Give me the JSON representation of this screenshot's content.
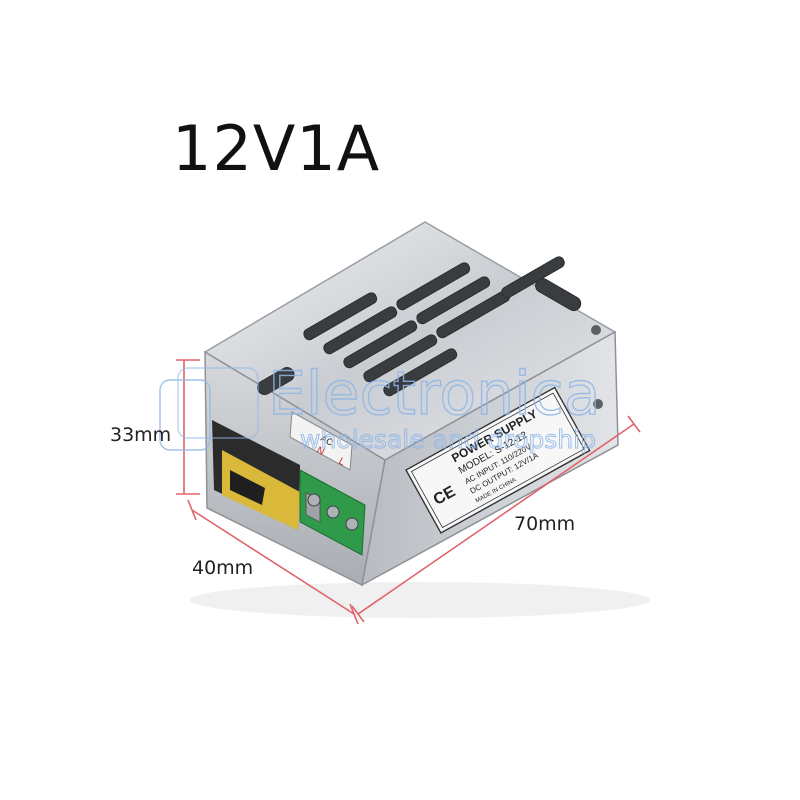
{
  "product": {
    "title": "12V1A"
  },
  "dimensions": {
    "height": "33mm",
    "width": "40mm",
    "length": "70mm"
  },
  "label": {
    "heading": "POWER SUPPLY",
    "model": "MODEL: S-12-12",
    "ac_input": "AC INPUT: 110/220V",
    "dc_output": "DC OUTPUT:  12V/1A",
    "origin": "MADE IN CHINA",
    "ce_mark": "CE"
  },
  "terminals": {
    "tag_ac": "AC",
    "tag_n": "N",
    "tag_l": "L"
  },
  "watermark": {
    "main": "Electronica",
    "sub": "wholesale and dropship"
  },
  "colors": {
    "dimension_line": "#e0626a",
    "watermark": "#8fb7e8",
    "metal": "#c9ccd1",
    "terminal_green": "#2e9a4a"
  }
}
